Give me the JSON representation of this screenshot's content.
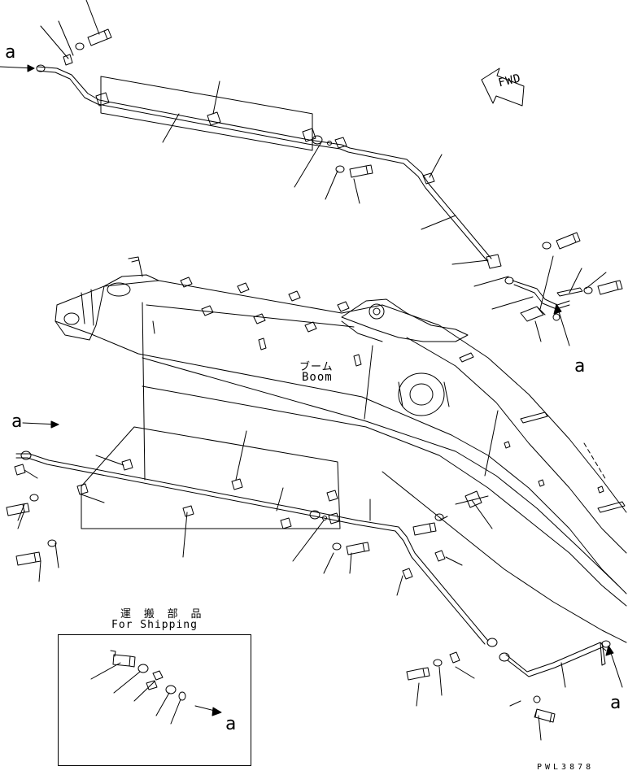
{
  "labels": {
    "ref_mark": "a",
    "fwd": "FWD",
    "boom_jp": "ブーム",
    "boom_en": "Boom",
    "shipping_jp": "運 搬 部 品",
    "shipping_en": "For Shipping",
    "drawing_number": "PWL3878"
  }
}
